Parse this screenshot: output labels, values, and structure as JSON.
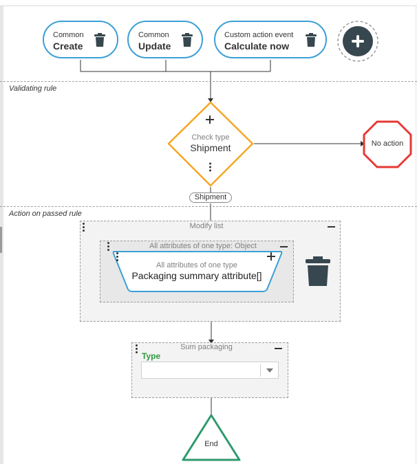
{
  "triggers": [
    {
      "category": "Common",
      "name": "Create"
    },
    {
      "category": "Common",
      "name": "Update"
    },
    {
      "category": "Custom action event",
      "name": "Calculate now"
    }
  ],
  "sections": {
    "validating": "Validating rule",
    "action": "Action on passed rule"
  },
  "decision": {
    "label": "Check type",
    "value": "Shipment"
  },
  "no_action": "No action",
  "branch_label": "Shipment",
  "modify_list": {
    "title": "Modify list",
    "inner_title": "All attributes of one type: Object",
    "card_label": "All attributes of one type",
    "card_value": "Packaging summary attribute[]"
  },
  "sum_packaging": {
    "title": "Sum packaging",
    "field_label": "Type",
    "field_value": ""
  },
  "end_label": "End",
  "colors": {
    "accent": "#3b9fd6",
    "decision": "#f6a623",
    "stop": "#e53935",
    "end": "#2e9a6d",
    "field_label": "#2e9a3c",
    "dark": "#37474f"
  },
  "icons": [
    "trash-icon",
    "plus-icon",
    "kebab-icon",
    "minus-icon",
    "dropdown-arrow-icon"
  ]
}
